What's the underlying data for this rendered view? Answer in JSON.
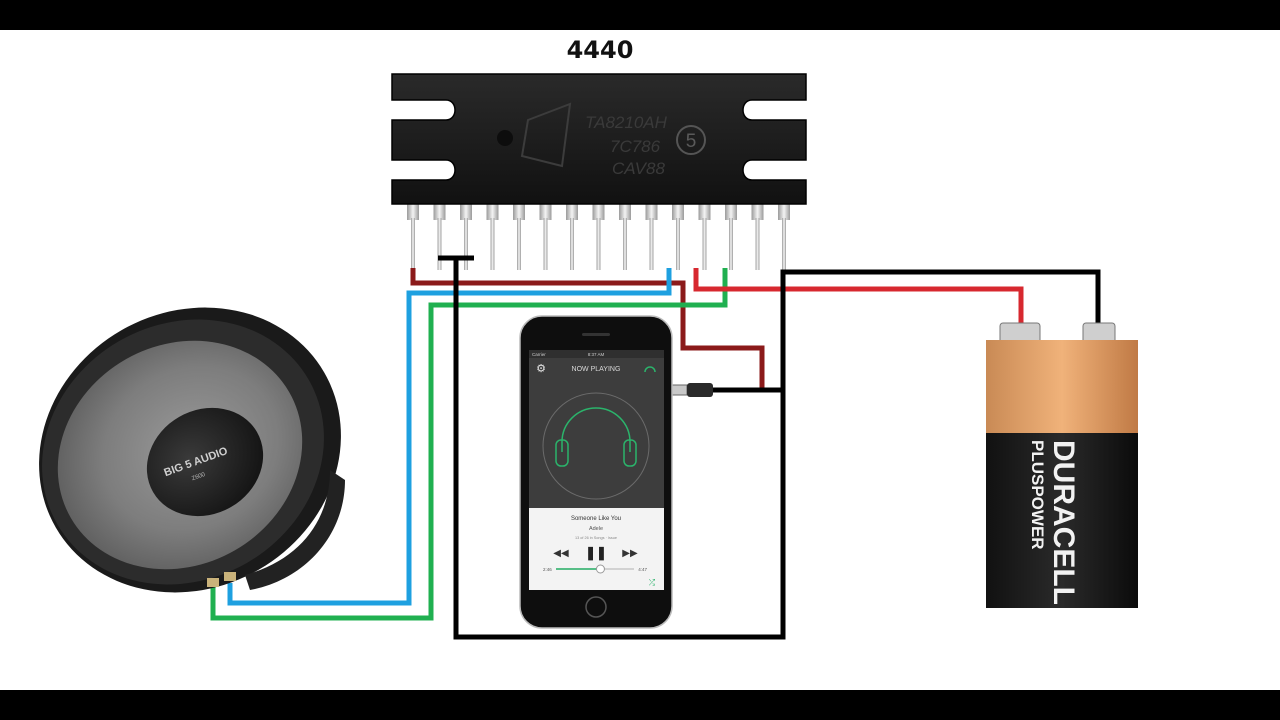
{
  "diagram": {
    "title": "4440",
    "chip": {
      "markings": [
        "TA8210AH",
        "7C786",
        "CAV88"
      ],
      "pin_badge": "5",
      "pin_count": 15
    },
    "speaker": {
      "brand_main": "BIG 5 AUDIO",
      "brand_sub": "Z600"
    },
    "battery": {
      "brand": "DURACELL",
      "sub_brand": "PLUSPOWER"
    },
    "phone": {
      "carrier": "Carrier",
      "time": "8:37 AM",
      "header_title": "NOW PLAYING",
      "song_title": "Someone Like You",
      "artist": "Adele",
      "track_info": "13 of 26 in Songs · Issue",
      "elapsed": "2:46",
      "duration": "4:47",
      "progress": 0.57
    },
    "colors": {
      "wire_red": "#d7282f",
      "wire_dark_red": "#8b1a1a",
      "wire_blue": "#1ea0e0",
      "wire_green": "#20b050",
      "wire_black": "#000000",
      "accent_green": "#2bb36b"
    }
  }
}
